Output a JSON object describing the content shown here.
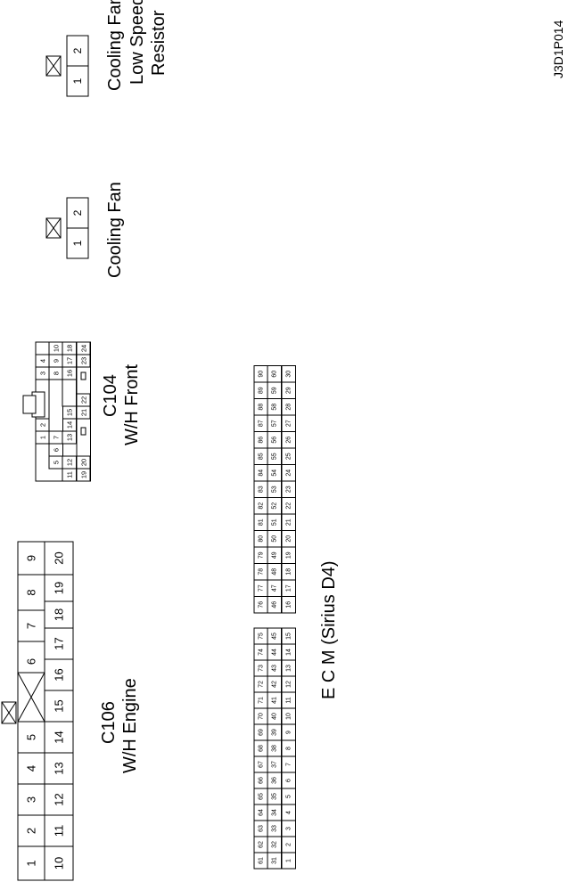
{
  "image_code": "J3D1P014",
  "c106": {
    "label_line1": "C106",
    "label_line2": "W/H Engine",
    "row1": [
      "1",
      "2",
      "3",
      "4",
      "5",
      "6",
      "7",
      "8",
      "9"
    ],
    "row2": [
      "10",
      "11",
      "12",
      "13",
      "14",
      "15",
      "16",
      "17",
      "18",
      "19",
      "20"
    ]
  },
  "c104": {
    "label_line1": "C104",
    "label_line2": "W/H Front",
    "top_group": [
      "1",
      "2",
      "3",
      "4",
      "5",
      "6",
      "7",
      "8",
      "9",
      "10"
    ],
    "row3": [
      "11",
      "12",
      "13",
      "14",
      "15",
      "16",
      "17",
      "18"
    ],
    "row4": [
      "19",
      "20",
      "21",
      "22",
      "23",
      "24"
    ]
  },
  "ecm": {
    "label": "E C M (Sirius D4)",
    "row_a": [
      "61",
      "62",
      "63",
      "64",
      "65",
      "66",
      "67",
      "68",
      "69",
      "70",
      "71",
      "72",
      "73",
      "74",
      "75",
      "76",
      "77",
      "78",
      "79",
      "80",
      "81",
      "82",
      "83",
      "84",
      "85",
      "86",
      "87",
      "88",
      "89",
      "90"
    ],
    "row_b": [
      "31",
      "32",
      "33",
      "34",
      "35",
      "36",
      "37",
      "38",
      "39",
      "40",
      "41",
      "42",
      "43",
      "44",
      "45",
      "46",
      "47",
      "48",
      "49",
      "50",
      "51",
      "52",
      "53",
      "54",
      "55",
      "56",
      "57",
      "58",
      "59",
      "60"
    ],
    "row_c": [
      "1",
      "2",
      "3",
      "4",
      "5",
      "6",
      "7",
      "8",
      "9",
      "10",
      "11",
      "12",
      "13",
      "14",
      "15",
      "16",
      "17",
      "18",
      "19",
      "20",
      "21",
      "22",
      "23",
      "24",
      "25",
      "26",
      "27",
      "28",
      "29",
      "30"
    ]
  },
  "cooling_fan": {
    "label": "Cooling Fan",
    "pins": [
      "1",
      "2"
    ]
  },
  "cooling_fan_resistor": {
    "label_lines": [
      "Cooling Fan",
      "Low Speed",
      "Resistor"
    ],
    "pins": [
      "1",
      "2"
    ]
  }
}
